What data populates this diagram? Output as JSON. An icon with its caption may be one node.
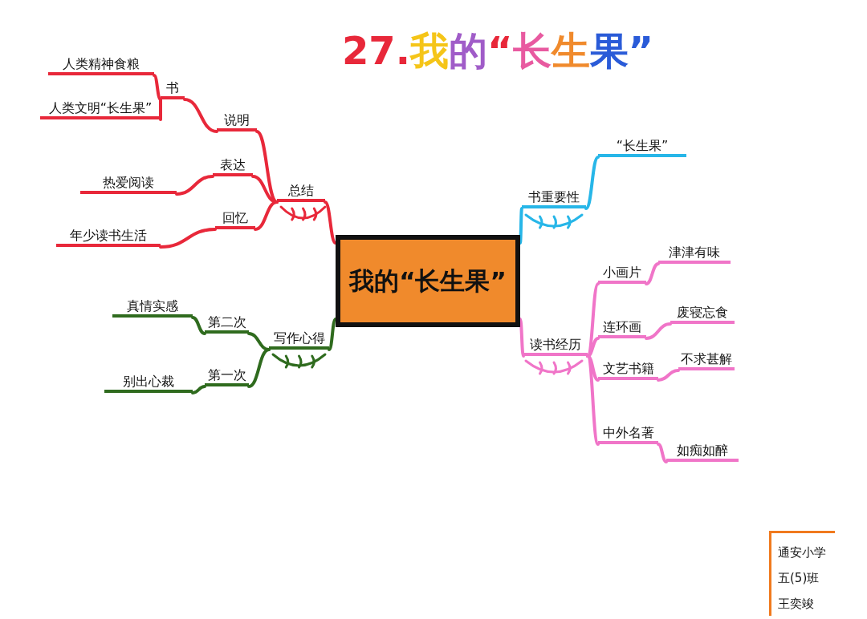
{
  "diagram": {
    "title": "27.我的“长生果”",
    "nodes": [
      {
        "text": [
          "我的“长生果”"
        ]
      },
      {
        "text": [
          "总结"
        ]
      },
      {
        "text": [
          "说明"
        ]
      },
      {
        "text": [
          "书"
        ]
      },
      {
        "text": [
          "人类精神食粮"
        ]
      },
      {
        "text": [
          "人类文明“长生果”"
        ]
      },
      {
        "text": [
          "表达"
        ]
      },
      {
        "text": [
          "热爱阅读"
        ]
      },
      {
        "text": [
          "回忆"
        ]
      },
      {
        "text": [
          "年少读书生活"
        ]
      },
      {
        "text": [
          "书重要性"
        ]
      },
      {
        "text": [
          "“长生果”"
        ]
      },
      {
        "text": [
          "读书经历"
        ]
      },
      {
        "text": [
          "小画片"
        ]
      },
      {
        "text": [
          "津津有味"
        ]
      },
      {
        "text": [
          "连环画"
        ]
      },
      {
        "text": [
          "废寝忘食"
        ]
      },
      {
        "text": [
          "文艺书籍"
        ]
      },
      {
        "text": [
          "不求甚解"
        ]
      },
      {
        "text": [
          "中外名著"
        ]
      },
      {
        "text": [
          "如痴如醉"
        ]
      },
      {
        "text": [
          "写作心得"
        ]
      },
      {
        "text": [
          "第二次"
        ]
      },
      {
        "text": [
          "真情实感"
        ]
      },
      {
        "text": [
          "第一次"
        ]
      },
      {
        "text": [
          "别出心裁"
        ]
      },
      {
        "text": [
          "通安小学",
          "五(5)班",
          "王奕竣"
        ]
      }
    ],
    "edges": [
      {
        "from": 0,
        "to": 1,
        "arrow": "none",
        "color": "#e8283a"
      },
      {
        "from": 1,
        "to": 2,
        "arrow": "none",
        "color": "#e8283a"
      },
      {
        "from": 2,
        "to": 3,
        "arrow": "none",
        "color": "#e8283a"
      },
      {
        "from": 3,
        "to": 4,
        "arrow": "none",
        "color": "#e8283a"
      },
      {
        "from": 3,
        "to": 5,
        "arrow": "none",
        "color": "#e8283a"
      },
      {
        "from": 1,
        "to": 6,
        "arrow": "none",
        "color": "#e8283a"
      },
      {
        "from": 6,
        "to": 7,
        "arrow": "none",
        "color": "#e8283a"
      },
      {
        "from": 1,
        "to": 8,
        "arrow": "none",
        "color": "#e8283a"
      },
      {
        "from": 8,
        "to": 9,
        "arrow": "none",
        "color": "#e8283a"
      },
      {
        "from": 0,
        "to": 10,
        "arrow": "none",
        "color": "#27b6e8"
      },
      {
        "from": 10,
        "to": 11,
        "arrow": "none",
        "color": "#27b6e8"
      },
      {
        "from": 0,
        "to": 12,
        "arrow": "none",
        "color": "#f075c8"
      },
      {
        "from": 12,
        "to": 13,
        "arrow": "none",
        "color": "#f075c8"
      },
      {
        "from": 13,
        "to": 14,
        "arrow": "none",
        "color": "#f075c8"
      },
      {
        "from": 12,
        "to": 15,
        "arrow": "none",
        "color": "#f075c8"
      },
      {
        "from": 15,
        "to": 16,
        "arrow": "none",
        "color": "#f075c8"
      },
      {
        "from": 12,
        "to": 17,
        "arrow": "none",
        "color": "#f075c8"
      },
      {
        "from": 17,
        "to": 18,
        "arrow": "none",
        "color": "#f075c8"
      },
      {
        "from": 12,
        "to": 19,
        "arrow": "none",
        "color": "#f075c8"
      },
      {
        "from": 19,
        "to": 20,
        "arrow": "none",
        "color": "#f075c8"
      },
      {
        "from": 0,
        "to": 21,
        "arrow": "none",
        "color": "#2f6b1e"
      },
      {
        "from": 21,
        "to": 22,
        "arrow": "none",
        "color": "#2f6b1e"
      },
      {
        "from": 22,
        "to": 23,
        "arrow": "none",
        "color": "#2f6b1e"
      },
      {
        "from": 21,
        "to": 24,
        "arrow": "none",
        "color": "#2f6b1e"
      },
      {
        "from": 24,
        "to": 25,
        "arrow": "none",
        "color": "#2f6b1e"
      }
    ]
  }
}
